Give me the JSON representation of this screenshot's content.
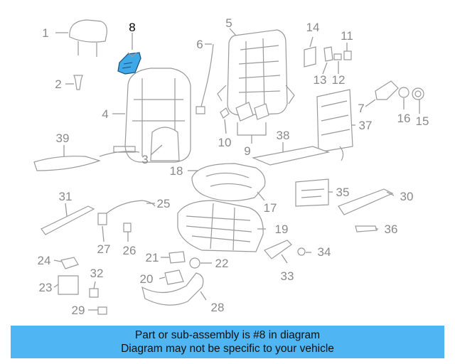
{
  "diagram": {
    "highlight_part": "8",
    "highlight_color": "#3fa9e8",
    "callouts": [
      "1",
      "2",
      "3",
      "4",
      "5",
      "6",
      "7",
      "8",
      "9",
      "10",
      "11",
      "12",
      "13",
      "14",
      "15",
      "16",
      "17",
      "18",
      "19",
      "20",
      "21",
      "22",
      "23",
      "24",
      "25",
      "26",
      "27",
      "28",
      "29",
      "30",
      "31",
      "32",
      "33",
      "34",
      "35",
      "36",
      "37",
      "38",
      "39"
    ]
  },
  "banner": {
    "line1": "Part or sub-assembly is #8 in diagram",
    "line2": "Diagram may not be specific to your vehicle",
    "color": "#4fb5f3"
  }
}
